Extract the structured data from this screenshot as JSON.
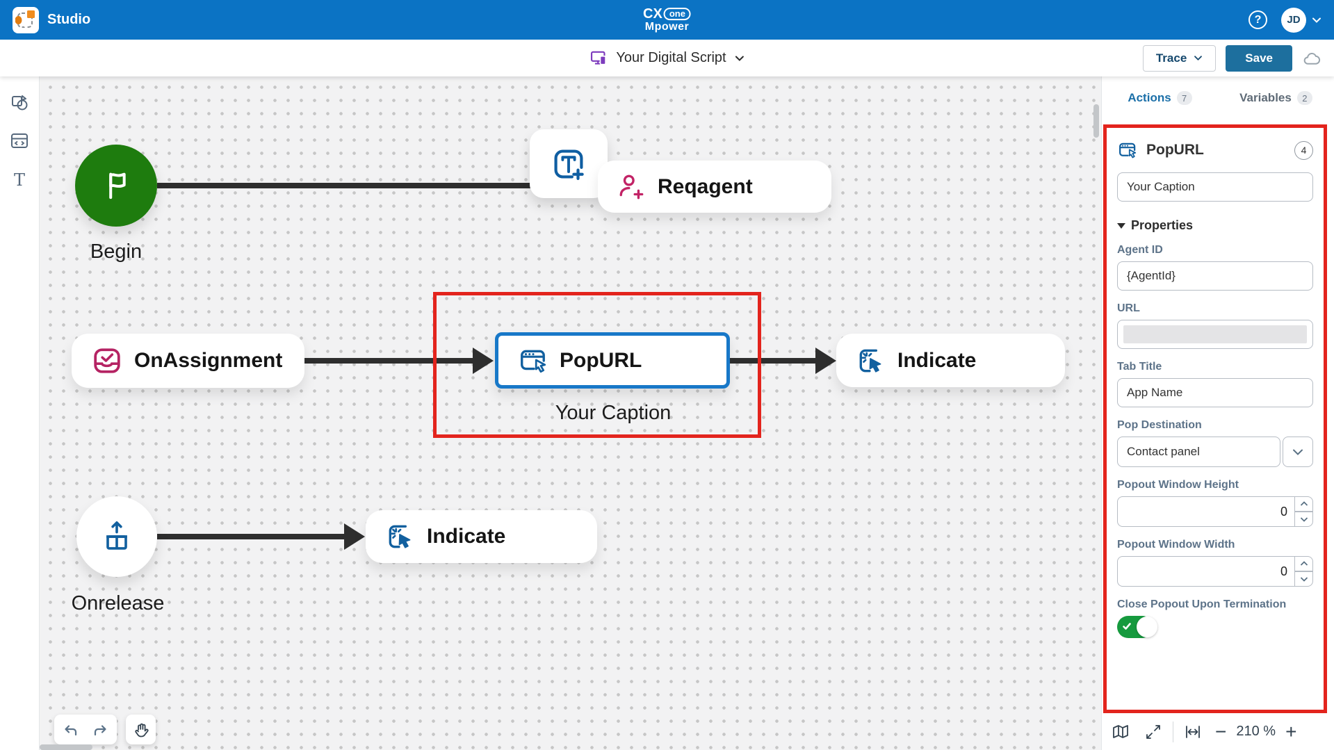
{
  "header": {
    "app_name": "Studio",
    "brand": {
      "cx": "CX",
      "one": "one",
      "bottom": "Mpower"
    },
    "help_label": "?",
    "avatar_initials": "JD"
  },
  "toolbar": {
    "script_name": "Your Digital Script",
    "trace_label": "Trace",
    "save_label": "Save"
  },
  "canvas": {
    "nodes": {
      "begin": {
        "label": "Begin"
      },
      "reqagent": {
        "label": "Reqagent"
      },
      "onassignment": {
        "label": "OnAssignment"
      },
      "popurl": {
        "label": "PopURL",
        "caption": "Your Caption"
      },
      "indicate_right": {
        "label": "Indicate"
      },
      "onrelease": {
        "label": "Onrelease"
      },
      "indicate_bottom": {
        "label": "Indicate"
      }
    }
  },
  "panel": {
    "tabs": [
      {
        "label": "Actions",
        "badge": "7"
      },
      {
        "label": "Variables",
        "badge": "2"
      }
    ],
    "action": {
      "title": "PopURL",
      "order_badge": "4",
      "caption_value": "Your Caption",
      "properties_label": "Properties",
      "fields": [
        {
          "label": "Agent ID",
          "value": "{AgentId}"
        },
        {
          "label": "URL",
          "value": ""
        },
        {
          "label": "Tab Title",
          "value": "App Name"
        },
        {
          "label": "Pop Destination",
          "value": "Contact panel"
        },
        {
          "label": "Popout Window Height",
          "value": "0"
        },
        {
          "label": "Popout Window Width",
          "value": "0"
        },
        {
          "label": "Close Popout Upon Termination",
          "value": "on"
        }
      ]
    }
  },
  "statusbar": {
    "zoom_level": "210 %",
    "zoom_out": "−",
    "zoom_in": "+"
  },
  "colors": {
    "header_blue": "#0b73c4",
    "accent_blue": "#1b6fa8",
    "save_blue": "#1d6f9e",
    "node_blue": "#12609f",
    "magenta": "#bf2167",
    "begin_green": "#1e7c0e",
    "toggle_green": "#169a3e",
    "annotation_red": "#e3241d",
    "digital_purple": "#7d3bbd"
  }
}
